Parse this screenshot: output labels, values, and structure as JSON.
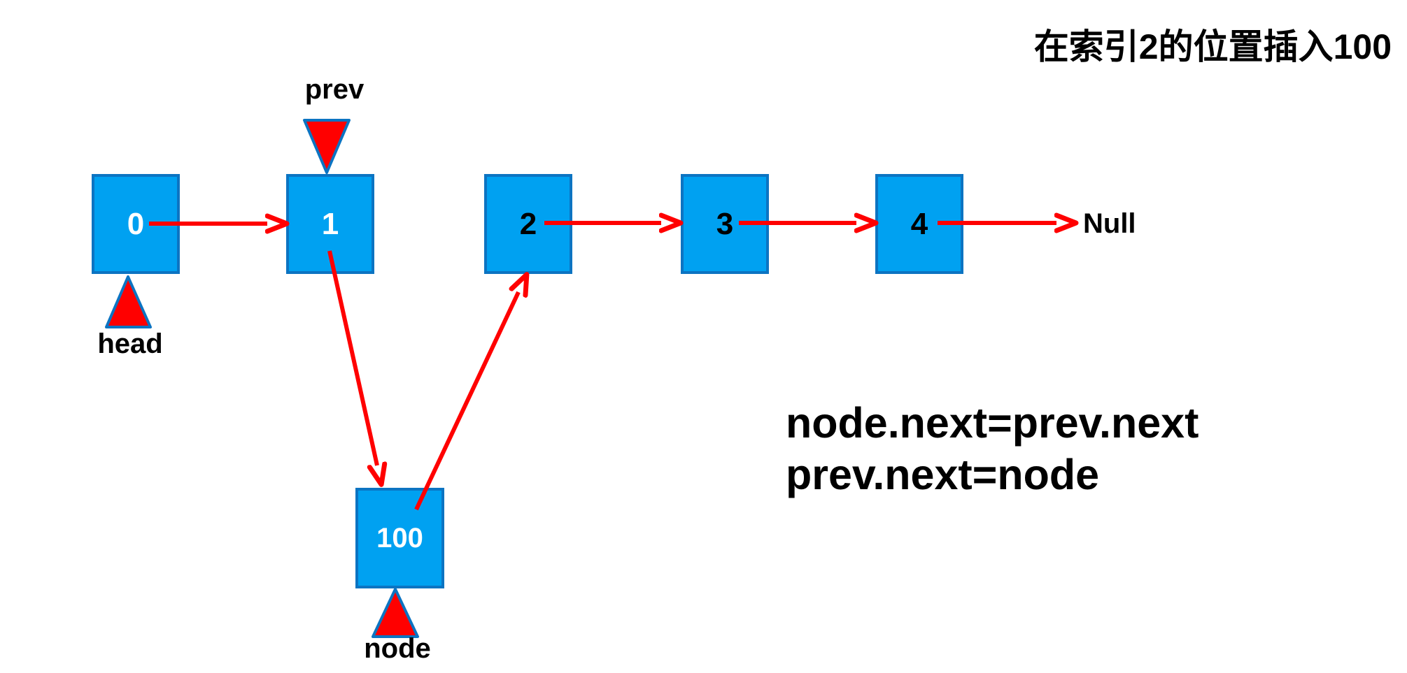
{
  "title": "在索引2的位置插入100",
  "list": {
    "nodes": [
      {
        "value": "0"
      },
      {
        "value": "1"
      },
      {
        "value": "2"
      },
      {
        "value": "3"
      },
      {
        "value": "4"
      }
    ],
    "inserted_node": {
      "value": "100"
    },
    "null_label": "Null"
  },
  "pointers": {
    "prev_label": "prev",
    "head_label": "head",
    "node_label": "node"
  },
  "code": {
    "line1": "node.next=prev.next",
    "line2": "prev.next=node"
  },
  "colors": {
    "background": "#FFFFFF",
    "box_fill": "#00A1F1",
    "box_border": "#0C74C2",
    "arrow_red": "#FF0000",
    "triangle_fill": "#FF0000",
    "triangle_border": "#0C74C2",
    "label_text": "#000000",
    "value_light": "#FFFFFF",
    "value_dark": "#000000"
  }
}
